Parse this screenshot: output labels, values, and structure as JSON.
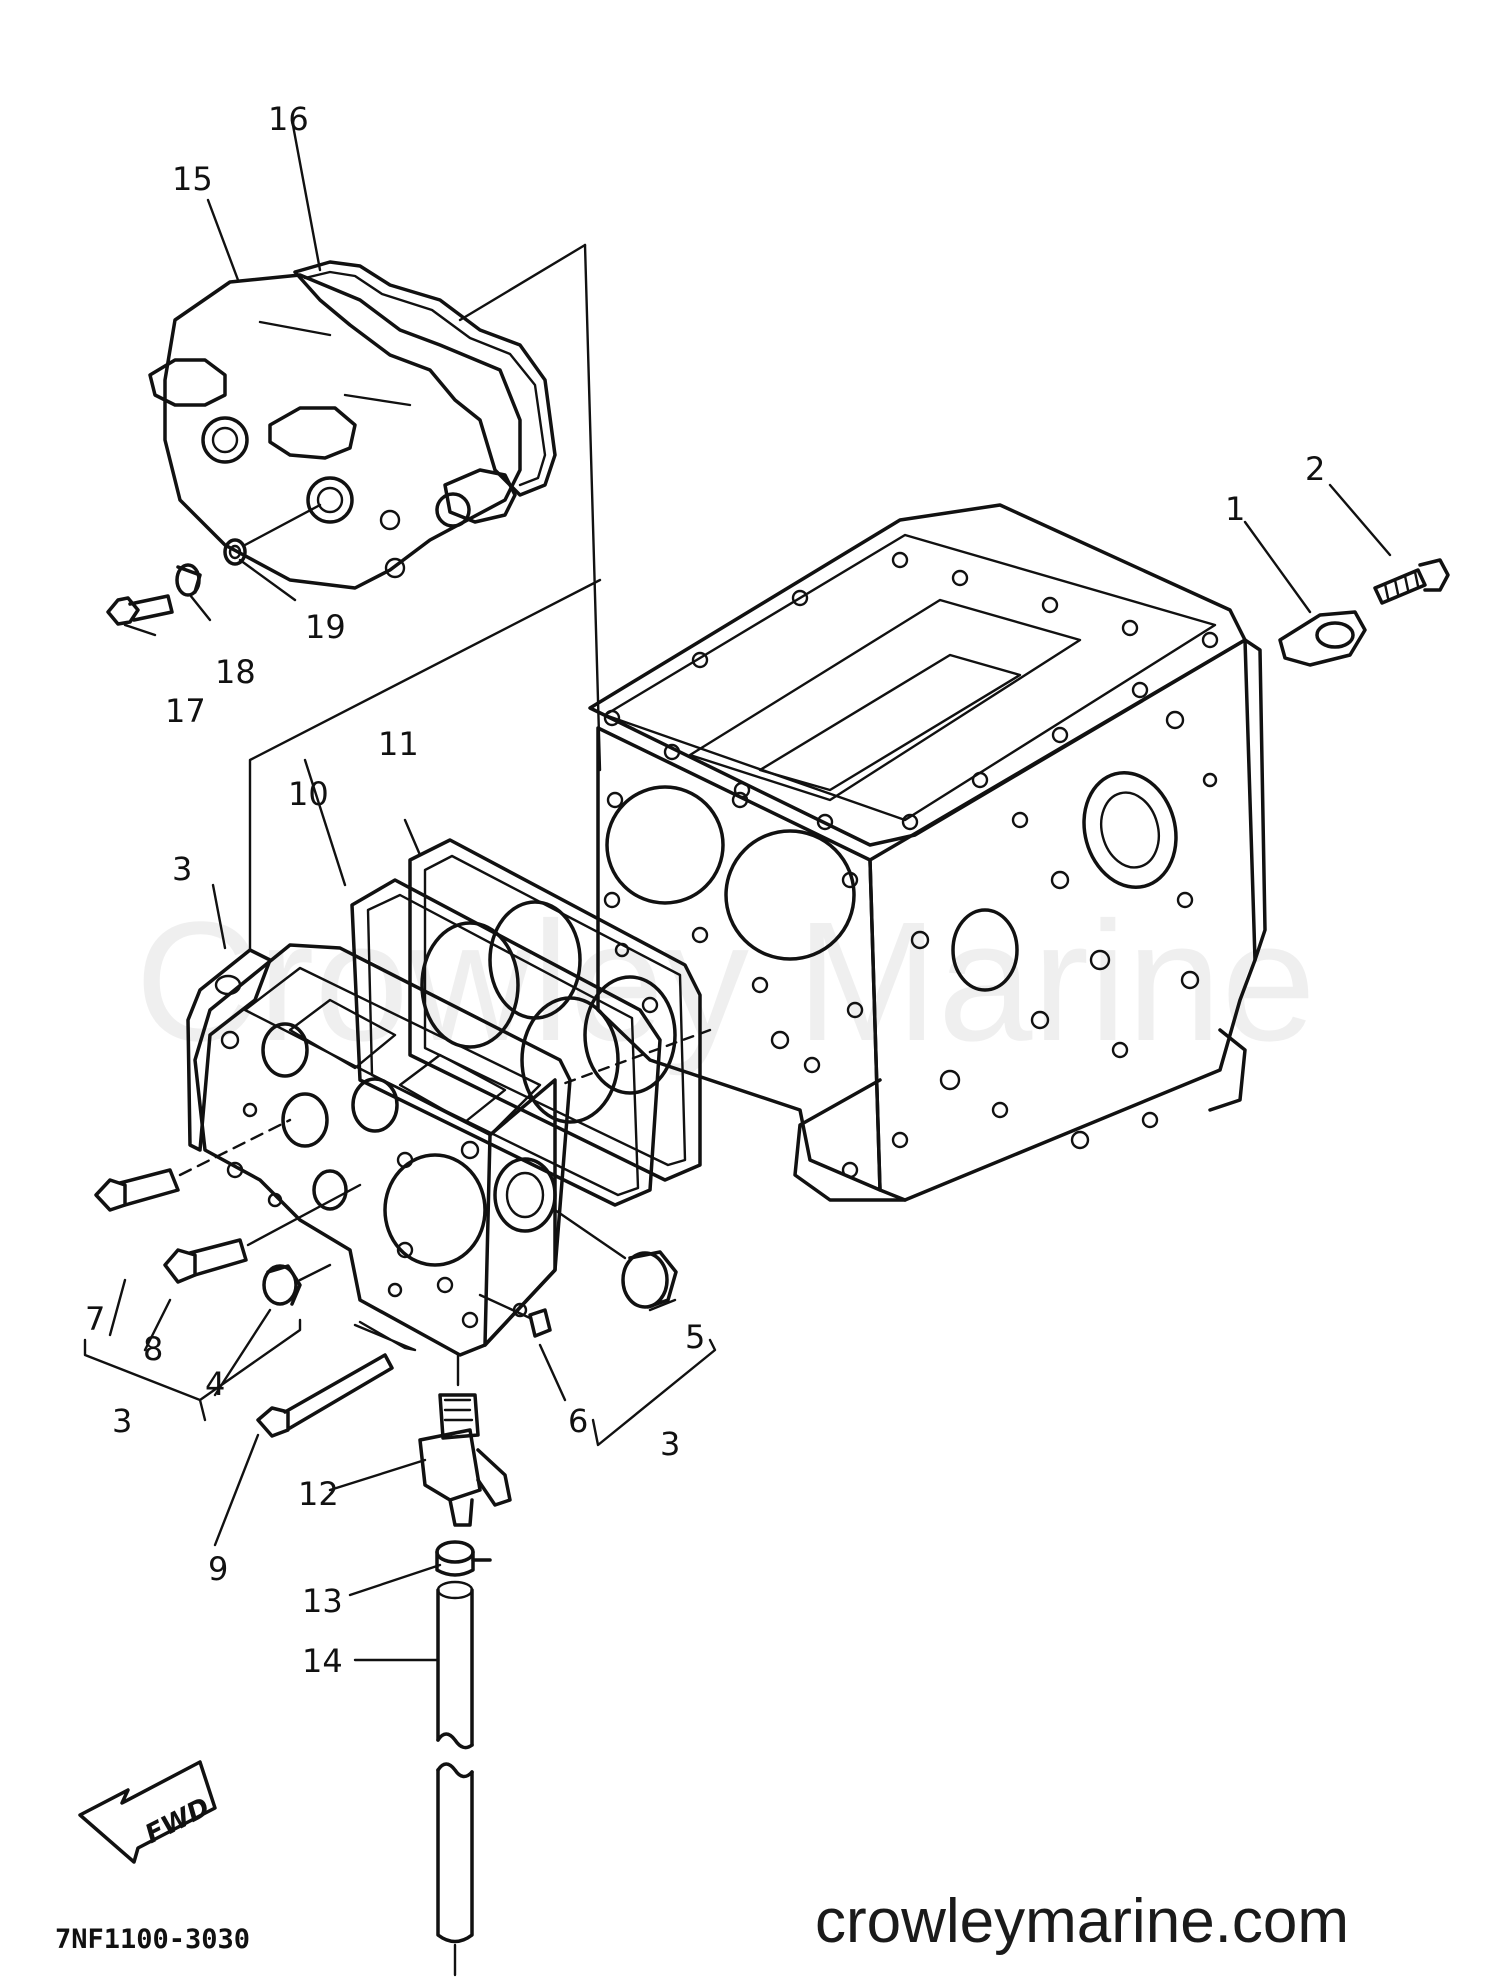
{
  "watermark": "Crowley Marine",
  "diagram_code": "7NF1100-3030",
  "site_label": "crowleymarine.com",
  "fwd_label": "FWD",
  "callouts": {
    "c1": "1",
    "c2": "2",
    "c3a": "3",
    "c3b": "3",
    "c3c": "3",
    "c4": "4",
    "c5": "5",
    "c6": "6",
    "c7": "7",
    "c8": "8",
    "c9": "9",
    "c10": "10",
    "c11": "11",
    "c12": "12",
    "c13": "13",
    "c14": "14",
    "c15": "15",
    "c16": "16",
    "c17": "17",
    "c18": "18",
    "c19": "19"
  }
}
